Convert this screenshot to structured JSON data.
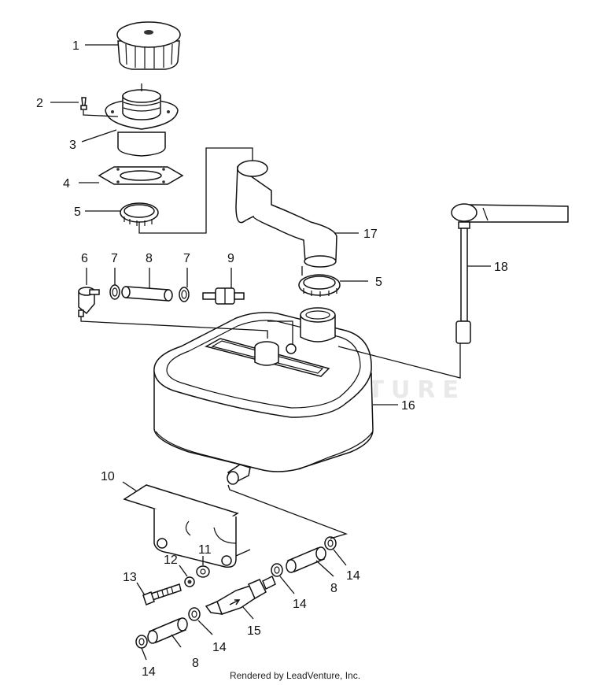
{
  "watermark": "LEADVENTURE",
  "footer": "Rendered by LeadVenture, Inc.",
  "callouts": {
    "c1": "1",
    "c2": "2",
    "c3": "3",
    "c4": "4",
    "c5a": "5",
    "c5b": "5",
    "c6": "6",
    "c7a": "7",
    "c7b": "7",
    "c8a": "8",
    "c8b": "8",
    "c8c": "8",
    "c9": "9",
    "c10": "10",
    "c11": "11",
    "c12": "12",
    "c13": "13",
    "c14a": "14",
    "c14b": "14",
    "c14c": "14",
    "c14d": "14",
    "c15": "15",
    "c16": "16",
    "c17": "17",
    "c18": "18"
  }
}
